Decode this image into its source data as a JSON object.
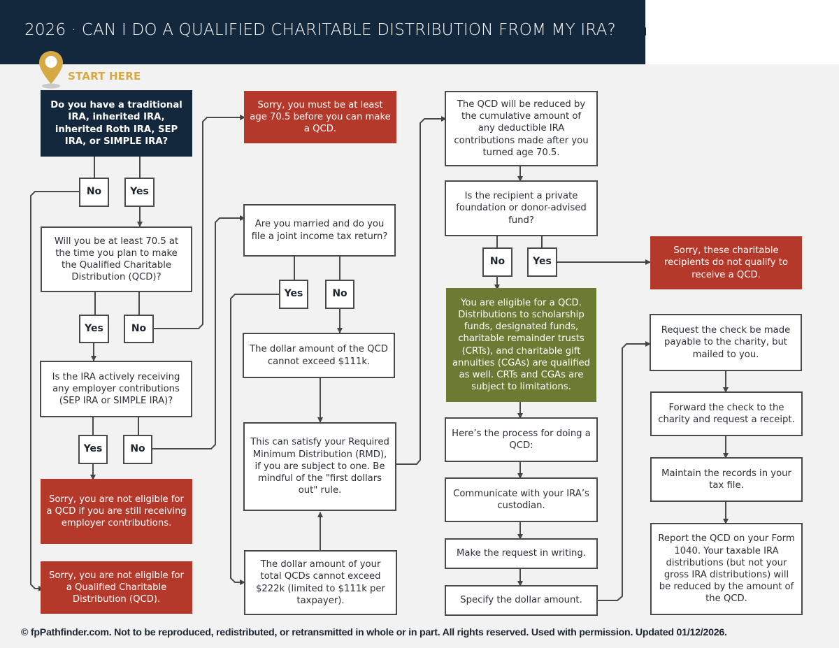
{
  "header": {
    "title": "2026 · CAN I DO A QUALIFIED CHARITABLE DISTRIBUTION FROM MY IRA?",
    "start_label": "START HERE",
    "pin_icon": "map-pin-icon"
  },
  "colors": {
    "navy": "#14283d",
    "red": "#b5392b",
    "green": "#6b7b33",
    "gold": "#d5aa45",
    "background": "#f2f2f2"
  },
  "nodes": {
    "q_has_ira": "Do you have a traditional IRA, inherited IRA, inherited Roth IRA, SEP IRA, or SIMPLE IRA?",
    "q_age": "Will you be at least 70.5 at the time you plan to make the Qualified Charitable Distribution (QCD)?",
    "q_employer": "Is the IRA actively receiving any employer contributions (SEP IRA or SIMPLE IRA)?",
    "r_employer": "Sorry, you are not eligible for a QCD if you are still receiving employer contributions.",
    "r_not_eligible": "Sorry, you are not eligible for a Qualified Charitable Distribution (QCD).",
    "r_age": "Sorry, you must be at least age 70.5 before you can make a QCD.",
    "q_married": "Are you married and do you file a joint income tax return?",
    "i_limit_single": "The dollar amount of the QCD cannot exceed $111k.",
    "i_rmd": "This can satisfy your Required Minimum Distribution (RMD), if you are subject to one. Be mindful of the \"first dollars out\" rule.",
    "i_limit_joint": "The dollar amount of your total QCDs cannot exceed $222k (limited to $111k per taxpayer).",
    "i_reduced": "The QCD will be reduced by the cumulative amount of any deductible IRA contributions made after you turned age 70.5.",
    "q_recipient": "Is the recipient a private foundation or donor-advised fund?",
    "r_recipient": "Sorry, these charitable recipients do not qualify to receive a QCD.",
    "g_eligible": "You are eligible for a QCD. Distributions to scholarship funds, designated funds, charitable remainder trusts (CRTs), and charitable gift annuities (CGAs) are qualified as well. CRTs and CGAs are subject to limitations.",
    "p_process": "Here’s the process for doing a QCD:",
    "p_communicate": "Communicate with your IRA’s custodian.",
    "p_writing": "Make the request in writing.",
    "p_amount": "Specify the dollar amount.",
    "p_check": "Request the check be made payable to the charity, but mailed to you.",
    "p_forward": "Forward the check to the charity and request a receipt.",
    "p_records": "Maintain the records in your tax file.",
    "p_report": "Report the QCD on your Form 1040. Your taxable IRA distributions (but not your gross IRA distributions) will be reduced by the amount of the QCD."
  },
  "answers": {
    "yes": "Yes",
    "no": "No"
  },
  "footer": {
    "text": "© fpPathfinder.com. Not to be reproduced, redistributed, or retransmitted in whole or in part. All rights reserved. Used with permission. Updated 01/12/2026."
  }
}
